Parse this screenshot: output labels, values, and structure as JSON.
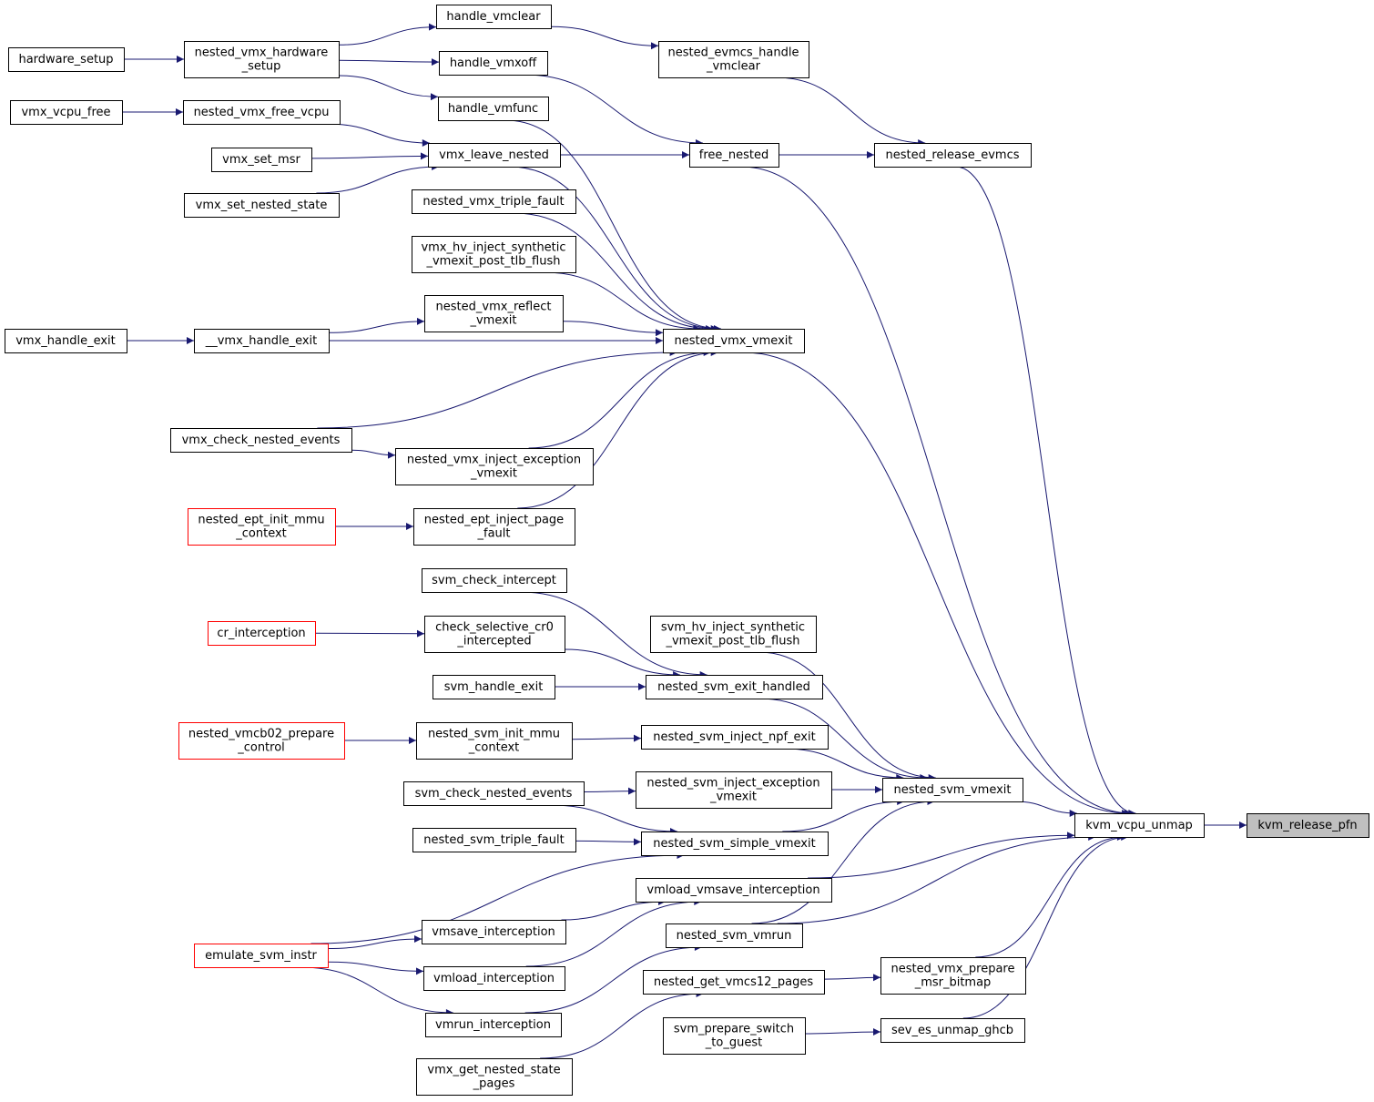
{
  "colors": {
    "edge": "#191970",
    "node_border": "#000000",
    "truncated_border": "#ff0000",
    "current_fill": "#bfbfbf"
  },
  "nodes": {
    "kvm_release_pfn": [
      "kvm_release_pfn"
    ],
    "kvm_vcpu_unmap": [
      "kvm_vcpu_unmap"
    ],
    "nested_release_evmcs": [
      "nested_release_evmcs"
    ],
    "nested_evmcs_handle_vmclear": [
      "nested_evmcs_handle",
      "_vmclear"
    ],
    "handle_vmclear": [
      "handle_vmclear"
    ],
    "nested_vmx_hardware_setup": [
      "nested_vmx_hardware",
      "_setup"
    ],
    "hardware_setup": [
      "hardware_setup"
    ],
    "free_nested": [
      "free_nested"
    ],
    "handle_vmxoff": [
      "handle_vmxoff"
    ],
    "vmx_leave_nested": [
      "vmx_leave_nested"
    ],
    "nested_vmx_free_vcpu": [
      "nested_vmx_free_vcpu"
    ],
    "vmx_vcpu_free": [
      "vmx_vcpu_free"
    ],
    "vmx_set_msr": [
      "vmx_set_msr"
    ],
    "vmx_set_nested_state": [
      "vmx_set_nested_state"
    ],
    "nested_vmx_vmexit": [
      "nested_vmx_vmexit"
    ],
    "handle_vmfunc": [
      "handle_vmfunc"
    ],
    "nested_vmx_triple_fault": [
      "nested_vmx_triple_fault"
    ],
    "vmx_hv_inject_synthetic": [
      "vmx_hv_inject_synthetic",
      "_vmexit_post_tlb_flush"
    ],
    "nested_vmx_reflect_vmexit": [
      "nested_vmx_reflect",
      "_vmexit"
    ],
    "__vmx_handle_exit": [
      "__vmx_handle_exit"
    ],
    "vmx_handle_exit": [
      "vmx_handle_exit"
    ],
    "vmx_check_nested_events": [
      "vmx_check_nested_events"
    ],
    "nested_vmx_inject_exception_vmexit": [
      "nested_vmx_inject_exception",
      "_vmexit"
    ],
    "nested_ept_inject_page_fault": [
      "nested_ept_inject_page",
      "_fault"
    ],
    "nested_ept_init_mmu_context": [
      "nested_ept_init_mmu",
      "_context"
    ],
    "nested_svm_vmexit": [
      "nested_svm_vmexit"
    ],
    "nested_svm_exit_handled": [
      "nested_svm_exit_handled"
    ],
    "svm_check_intercept": [
      "svm_check_intercept"
    ],
    "check_selective_cr0_intercepted": [
      "check_selective_cr0",
      "_intercepted"
    ],
    "cr_interception": [
      "cr_interception"
    ],
    "svm_handle_exit": [
      "svm_handle_exit"
    ],
    "svm_hv_inject_synthetic": [
      "svm_hv_inject_synthetic",
      "_vmexit_post_tlb_flush"
    ],
    "nested_svm_inject_npf_exit": [
      "nested_svm_inject_npf_exit"
    ],
    "nested_svm_init_mmu_context": [
      "nested_svm_init_mmu",
      "_context"
    ],
    "nested_vmcb02_prepare_control": [
      "nested_vmcb02_prepare",
      "_control"
    ],
    "nested_svm_inject_exception_vmexit": [
      "nested_svm_inject_exception",
      "_vmexit"
    ],
    "svm_check_nested_events": [
      "svm_check_nested_events"
    ],
    "nested_svm_simple_vmexit": [
      "nested_svm_simple_vmexit"
    ],
    "nested_svm_triple_fault": [
      "nested_svm_triple_fault"
    ],
    "emulate_svm_instr": [
      "emulate_svm_instr"
    ],
    "vmload_vmsave_interception": [
      "vmload_vmsave_interception"
    ],
    "vmsave_interception": [
      "vmsave_interception"
    ],
    "vmload_interception": [
      "vmload_interception"
    ],
    "nested_svm_vmrun": [
      "nested_svm_vmrun"
    ],
    "vmrun_interception": [
      "vmrun_interception"
    ],
    "nested_get_vmcs12_pages": [
      "nested_get_vmcs12_pages"
    ],
    "vmx_get_nested_state_pages": [
      "vmx_get_nested_state",
      "_pages"
    ],
    "nested_vmx_prepare_msr_bitmap": [
      "nested_vmx_prepare",
      "_msr_bitmap"
    ],
    "sev_es_unmap_ghcb": [
      "sev_es_unmap_ghcb"
    ],
    "svm_prepare_switch_to_guest": [
      "svm_prepare_switch",
      "_to_guest"
    ]
  },
  "truncated": [
    "nested_ept_init_mmu_context",
    "cr_interception",
    "nested_vmcb02_prepare_control",
    "emulate_svm_instr"
  ],
  "current": "kvm_release_pfn",
  "edges": [
    [
      "kvm_vcpu_unmap",
      "kvm_release_pfn"
    ],
    [
      "nested_release_evmcs",
      "kvm_vcpu_unmap"
    ],
    [
      "nested_evmcs_handle_vmclear",
      "nested_release_evmcs"
    ],
    [
      "handle_vmclear",
      "nested_evmcs_handle_vmclear"
    ],
    [
      "nested_vmx_hardware_setup",
      "handle_vmclear"
    ],
    [
      "hardware_setup",
      "nested_vmx_hardware_setup"
    ],
    [
      "free_nested",
      "nested_release_evmcs"
    ],
    [
      "free_nested",
      "kvm_vcpu_unmap"
    ],
    [
      "handle_vmxoff",
      "free_nested"
    ],
    [
      "nested_vmx_hardware_setup",
      "handle_vmxoff"
    ],
    [
      "vmx_leave_nested",
      "free_nested"
    ],
    [
      "nested_vmx_free_vcpu",
      "vmx_leave_nested"
    ],
    [
      "vmx_vcpu_free",
      "nested_vmx_free_vcpu"
    ],
    [
      "vmx_set_msr",
      "vmx_leave_nested"
    ],
    [
      "vmx_set_nested_state",
      "vmx_leave_nested"
    ],
    [
      "nested_vmx_vmexit",
      "kvm_vcpu_unmap"
    ],
    [
      "handle_vmfunc",
      "nested_vmx_vmexit"
    ],
    [
      "nested_vmx_hardware_setup",
      "handle_vmfunc"
    ],
    [
      "vmx_leave_nested",
      "nested_vmx_vmexit"
    ],
    [
      "nested_vmx_triple_fault",
      "nested_vmx_vmexit"
    ],
    [
      "vmx_hv_inject_synthetic",
      "nested_vmx_vmexit"
    ],
    [
      "nested_vmx_reflect_vmexit",
      "nested_vmx_vmexit"
    ],
    [
      "__vmx_handle_exit",
      "nested_vmx_reflect_vmexit"
    ],
    [
      "__vmx_handle_exit",
      "nested_vmx_vmexit"
    ],
    [
      "vmx_handle_exit",
      "__vmx_handle_exit"
    ],
    [
      "vmx_check_nested_events",
      "nested_vmx_vmexit"
    ],
    [
      "vmx_check_nested_events",
      "nested_vmx_inject_exception_vmexit"
    ],
    [
      "nested_vmx_inject_exception_vmexit",
      "nested_vmx_vmexit"
    ],
    [
      "nested_ept_inject_page_fault",
      "nested_vmx_vmexit"
    ],
    [
      "nested_ept_init_mmu_context",
      "nested_ept_inject_page_fault"
    ],
    [
      "nested_svm_vmexit",
      "kvm_vcpu_unmap"
    ],
    [
      "nested_svm_exit_handled",
      "nested_svm_vmexit"
    ],
    [
      "svm_check_intercept",
      "nested_svm_exit_handled"
    ],
    [
      "check_selective_cr0_intercepted",
      "nested_svm_exit_handled"
    ],
    [
      "cr_interception",
      "check_selective_cr0_intercepted"
    ],
    [
      "svm_handle_exit",
      "nested_svm_exit_handled"
    ],
    [
      "svm_hv_inject_synthetic",
      "nested_svm_vmexit"
    ],
    [
      "nested_svm_inject_npf_exit",
      "nested_svm_vmexit"
    ],
    [
      "nested_svm_init_mmu_context",
      "nested_svm_inject_npf_exit"
    ],
    [
      "nested_vmcb02_prepare_control",
      "nested_svm_init_mmu_context"
    ],
    [
      "nested_svm_inject_exception_vmexit",
      "nested_svm_vmexit"
    ],
    [
      "svm_check_nested_events",
      "nested_svm_inject_exception_vmexit"
    ],
    [
      "svm_check_nested_events",
      "nested_svm_simple_vmexit"
    ],
    [
      "nested_svm_simple_vmexit",
      "nested_svm_vmexit"
    ],
    [
      "nested_svm_triple_fault",
      "nested_svm_simple_vmexit"
    ],
    [
      "emulate_svm_instr",
      "nested_svm_simple_vmexit"
    ],
    [
      "emulate_svm_instr",
      "vmsave_interception"
    ],
    [
      "emulate_svm_instr",
      "vmload_interception"
    ],
    [
      "emulate_svm_instr",
      "vmrun_interception"
    ],
    [
      "vmload_vmsave_interception",
      "kvm_vcpu_unmap"
    ],
    [
      "vmsave_interception",
      "vmload_vmsave_interception"
    ],
    [
      "vmload_interception",
      "vmload_vmsave_interception"
    ],
    [
      "nested_svm_vmrun",
      "kvm_vcpu_unmap"
    ],
    [
      "nested_svm_vmrun",
      "nested_svm_vmexit"
    ],
    [
      "vmrun_interception",
      "nested_svm_vmrun"
    ],
    [
      "nested_get_vmcs12_pages",
      "nested_vmx_prepare_msr_bitmap"
    ],
    [
      "vmx_get_nested_state_pages",
      "nested_get_vmcs12_pages"
    ],
    [
      "nested_vmx_prepare_msr_bitmap",
      "kvm_vcpu_unmap"
    ],
    [
      "sev_es_unmap_ghcb",
      "kvm_vcpu_unmap"
    ],
    [
      "svm_prepare_switch_to_guest",
      "sev_es_unmap_ghcb"
    ]
  ]
}
